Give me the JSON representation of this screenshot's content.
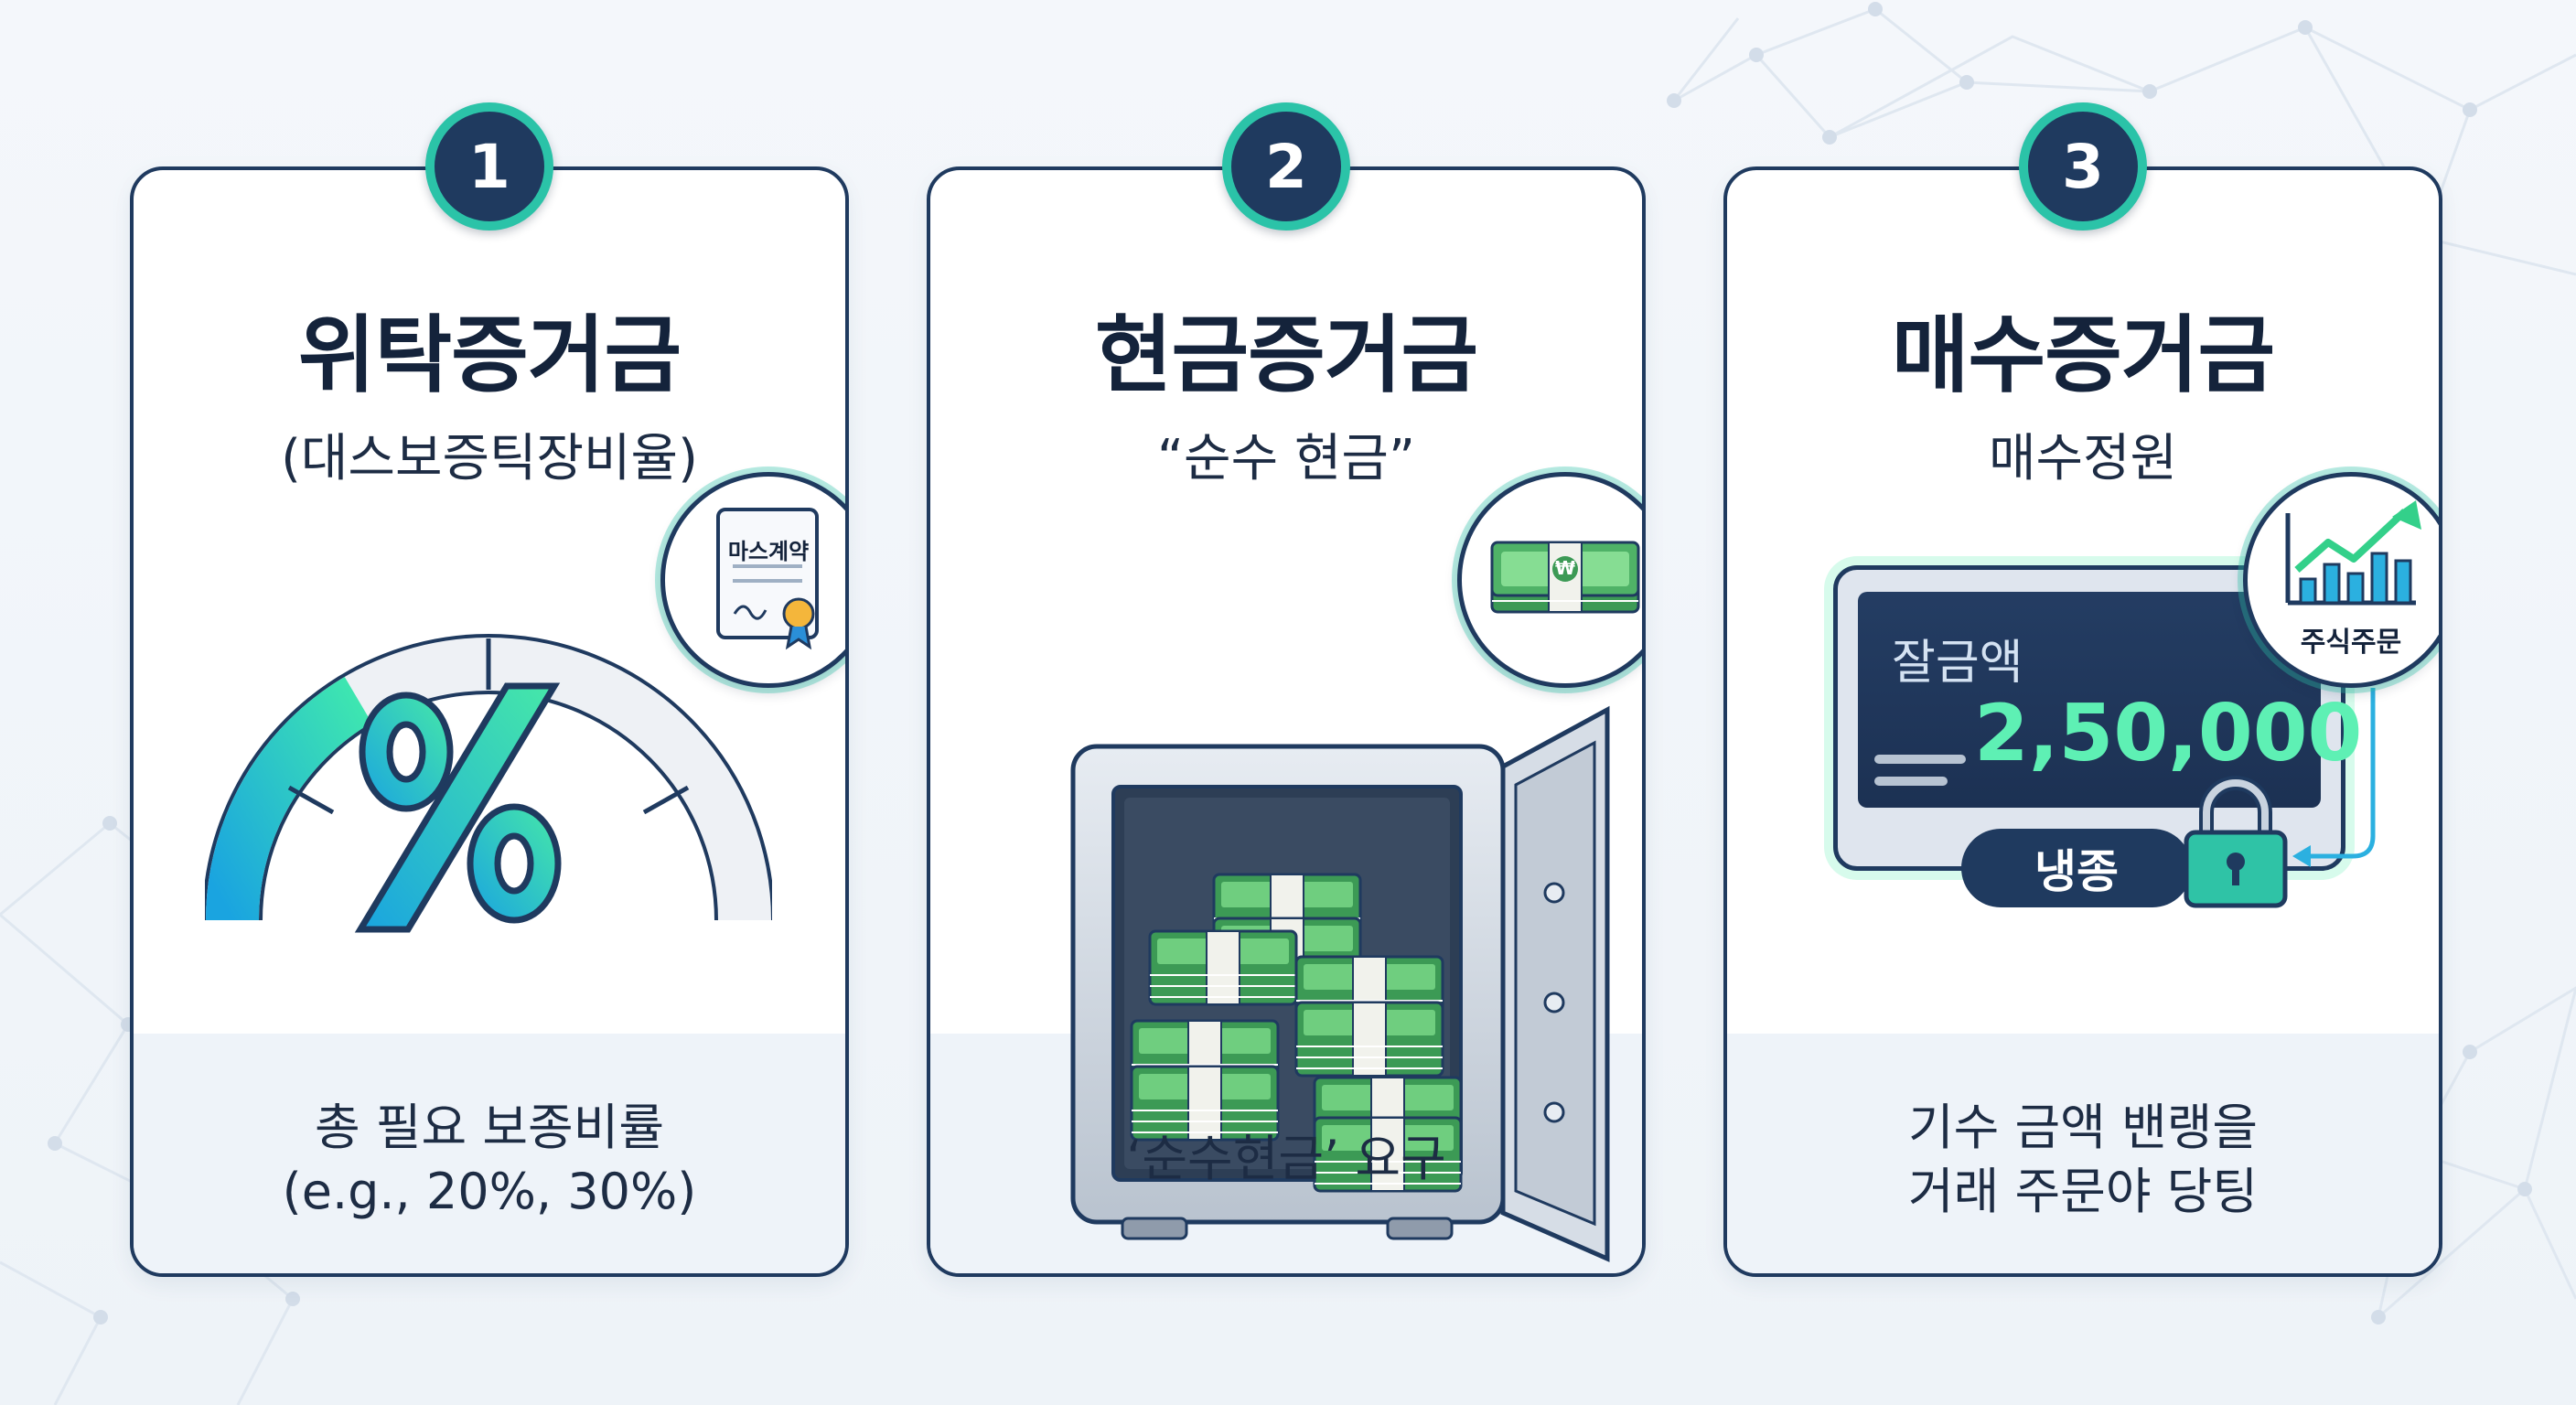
{
  "cards": [
    {
      "number": "1",
      "title": "위탁증거금",
      "subtitle": "(대스보증틱장비율)",
      "icon_label": "마스계약",
      "icon": "contract-document-icon",
      "footer_line1": "총 필요 보종비률",
      "footer_line2": "(e.g., 20%, 30%)"
    },
    {
      "number": "2",
      "title": "현금증거금",
      "subtitle": "“순수 현금”",
      "icon": "cash-stack-icon",
      "footer_line1": "‘순수현금’ 요구"
    },
    {
      "number": "3",
      "title": "매수증거금",
      "subtitle": "매수정원",
      "icon_label": "주식주문",
      "icon": "stock-chart-icon",
      "panel_label": "잘금액",
      "panel_amount": "2,50,000",
      "freeze_label": "냉종",
      "footer_line1": "기수 금액 밴랭을",
      "footer_line2": "거래 주문야 당팅"
    }
  ],
  "colors": {
    "navy": "#1f3a5f",
    "teal": "#2bc3a8",
    "green": "#5ef0b4",
    "background": "#f1f5f9"
  },
  "gauge_fill_fraction": 0.33,
  "currency_symbol": "₩"
}
